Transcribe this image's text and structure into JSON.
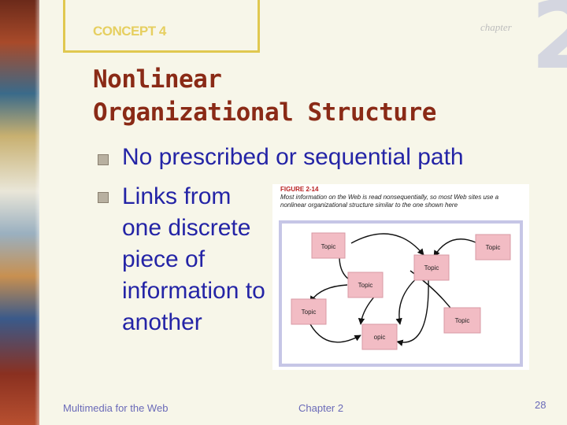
{
  "header": {
    "concept": "CONCEPT 4",
    "chapter_word": "chapter",
    "chapter_number": "2"
  },
  "title": [
    "Nonlinear",
    "Organizational Structure"
  ],
  "bullets": [
    "No prescribed or sequential path",
    "Links from one discrete piece of information to another"
  ],
  "figure": {
    "label": "FIGURE 2-14",
    "caption": "Most information on the Web is read nonsequentially, so most Web sites use a nonlinear organizational structure similar to the one shown here",
    "nodes": [
      "Topic",
      "Topic",
      "Topic",
      "Topic",
      "Topic",
      "Topic",
      "opic"
    ]
  },
  "footer": {
    "left": "Multimedia for the Web",
    "center": "Chapter 2",
    "page": "28"
  },
  "colors": {
    "title": "#8a2a16",
    "bullet_text": "#2424a6",
    "concept": "#e6cf60",
    "node_fill": "#f2bcc4"
  }
}
